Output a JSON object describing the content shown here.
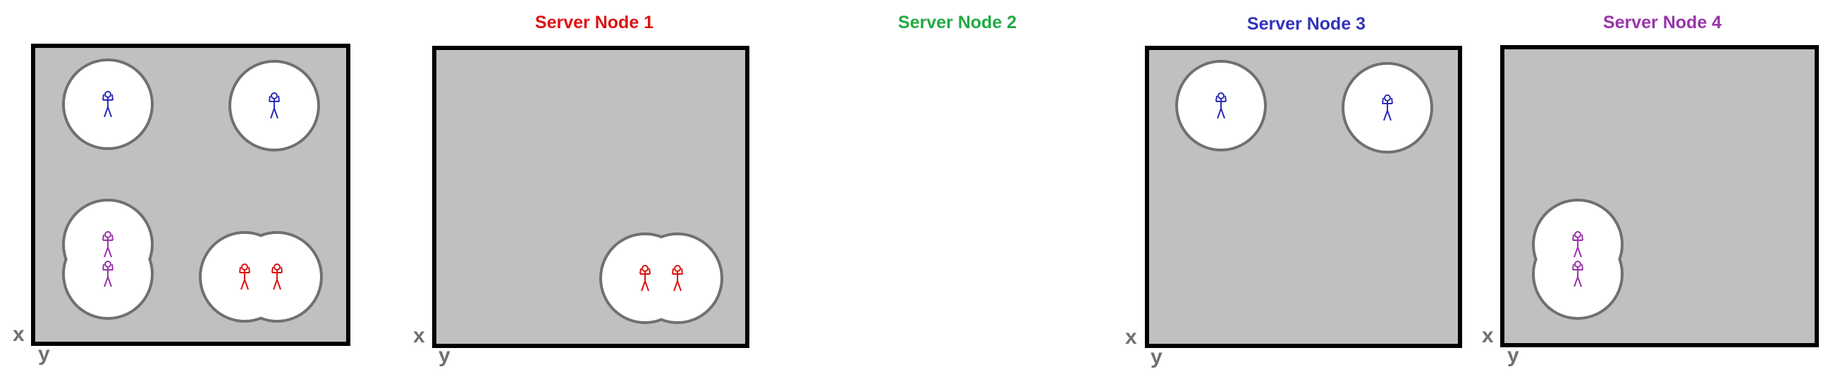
{
  "axis_labels": {
    "x": "x",
    "y": "y"
  },
  "colors": {
    "frame": "#000000",
    "floor": "#c0c0c0",
    "bubble_fill": "#ffffff",
    "bubble_stroke": "#707070",
    "axis_label": "#707070"
  },
  "panels": [
    {
      "title": "",
      "title_color": "",
      "show_box": true,
      "groups": [
        {
          "players": [
            {
              "color": "#2b2bb8"
            }
          ]
        },
        {
          "players": [
            {
              "color": "#2b2bb8"
            }
          ]
        },
        {
          "players": [
            {
              "color": "#9933aa"
            },
            {
              "color": "#9933aa"
            }
          ]
        },
        {
          "players": [
            {
              "color": "#dd1111"
            },
            {
              "color": "#dd1111"
            }
          ]
        }
      ]
    },
    {
      "title": "Server Node 1",
      "title_color": "#dd1111",
      "show_box": true,
      "groups": [
        {
          "players": [
            {
              "color": "#dd1111"
            },
            {
              "color": "#dd1111"
            }
          ]
        }
      ]
    },
    {
      "title": "Server Node 2",
      "title_color": "#22aa44",
      "show_box": false,
      "groups": []
    },
    {
      "title": "Server Node 3",
      "title_color": "#3333bb",
      "show_box": true,
      "groups": [
        {
          "players": [
            {
              "color": "#2b2bb8"
            }
          ]
        },
        {
          "players": [
            {
              "color": "#2b2bb8"
            }
          ]
        }
      ]
    },
    {
      "title": "Server Node 4",
      "title_color": "#9933aa",
      "show_box": true,
      "groups": [
        {
          "players": [
            {
              "color": "#9933aa"
            },
            {
              "color": "#9933aa"
            }
          ]
        }
      ]
    }
  ]
}
